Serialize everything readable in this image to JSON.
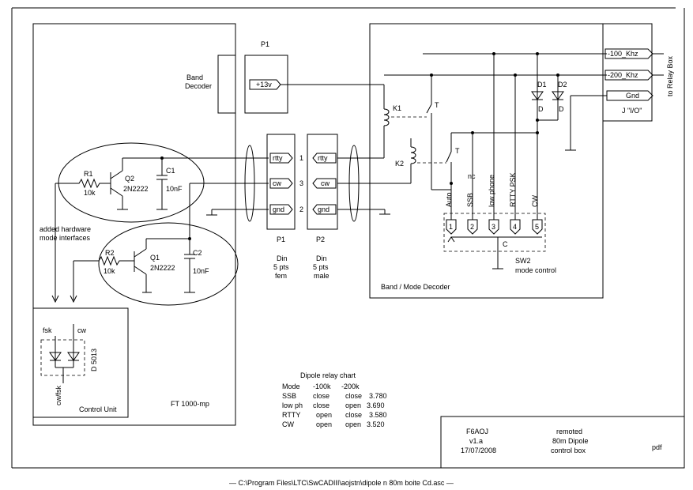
{
  "labels": {
    "band_decoder": [
      "Band",
      "Decoder"
    ],
    "p1_top": "P1",
    "p13v": "+13v",
    "pin_rtty": "rtty",
    "pin_cw": "cw",
    "pin_gnd": "gnd",
    "pin_nums": [
      "1",
      "3",
      "2"
    ],
    "p1": "P1",
    "p2": "P2",
    "p1_desc": [
      "Din",
      "5 pts",
      "fem"
    ],
    "p2_desc": [
      "Din",
      "5 pts",
      "male"
    ],
    "r1": "R1",
    "r1_val": "10k",
    "q2": "Q2",
    "q2_type": "2N2222",
    "c1": "C1",
    "c1_val": "10nF",
    "r2": "R2",
    "r2_val": "10k",
    "q1": "Q1",
    "q1_type": "2N2222",
    "c2": "C2",
    "c2_val": "10nF",
    "hardware_note": [
      "added hardware",
      "mode interfaces"
    ],
    "fsk": "fsk",
    "cw_top": "cw",
    "d5013": "D 5013",
    "cw_fsk": "cw/fsk",
    "control_unit": "Control Unit",
    "ft1000": "FT 1000-mp",
    "k1": "K1",
    "k2": "K2",
    "t1": "T",
    "t2": "T",
    "nc": "nc",
    "sw2_labels": [
      "Auto",
      "SSB",
      "low phone",
      "RTTY PSK",
      "CW"
    ],
    "sw2_pins": [
      "1",
      "2",
      "3",
      "4",
      "5"
    ],
    "c_label": "C",
    "sw2": "SW2",
    "sw2_desc": "mode control",
    "band_mode_decoder": "Band / Mode Decoder",
    "d1": "D1",
    "d2": "D2",
    "d_letter": "D",
    "tag_100": "-100_Khz",
    "tag_200": "-200_Khz",
    "tag_gnd": "Gnd",
    "j_io": "J \"I/O\"",
    "to_relay_box": "to Relay Box"
  },
  "relay_chart": {
    "title": "Dipole relay chart",
    "rows": [
      [
        "Mode",
        "-100k",
        "-200k",
        ""
      ],
      [
        "SSB",
        "close",
        "close",
        "3.780"
      ],
      [
        "low ph",
        "close",
        "open",
        "3.690"
      ],
      [
        "RTTY",
        "open",
        "close",
        "3.580"
      ],
      [
        "CW",
        "open",
        "open",
        "3.520"
      ]
    ]
  },
  "title_block": {
    "author": "F6AOJ",
    "version": "v1.a",
    "date": "17/07/2008",
    "desc1": "remoted",
    "desc2": "80m Dipole",
    "desc3": "control box",
    "format": "pdf"
  },
  "footer": "— C:\\Program Files\\LTC\\SwCADIII\\aojstn\\dipole n 80m boite Cd.asc —"
}
